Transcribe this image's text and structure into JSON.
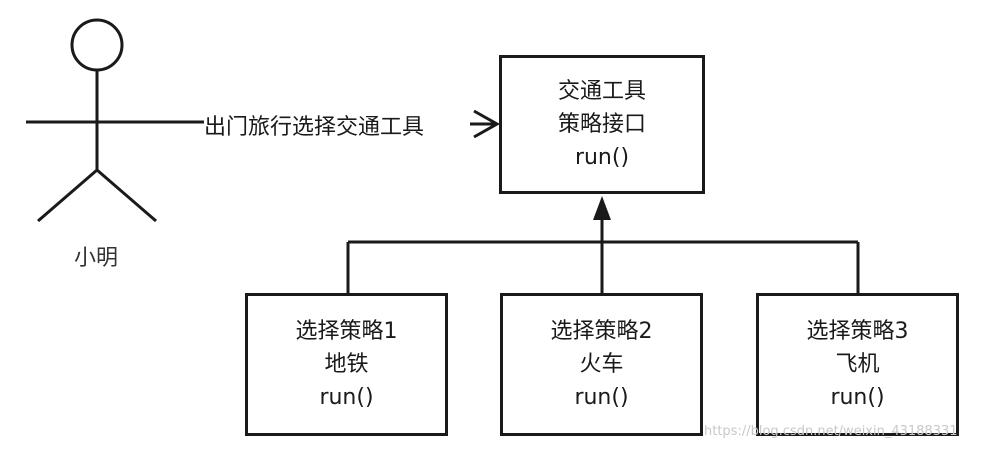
{
  "actor": {
    "name": "小明"
  },
  "relation": {
    "label": "出门旅行选择交通工具"
  },
  "interface_box": {
    "line1": "交通工具",
    "line2": "策略接口",
    "line3": "run()"
  },
  "strategies": [
    {
      "line1": "选择策略1",
      "line2": "地铁",
      "line3": "run()"
    },
    {
      "line1": "选择策略2",
      "line2": "火车",
      "line3": "run()"
    },
    {
      "line1": "选择策略3",
      "line2": "飞机",
      "line3": "run()"
    }
  ],
  "watermark": "https://blog.csdn.net/weixin_43188331"
}
